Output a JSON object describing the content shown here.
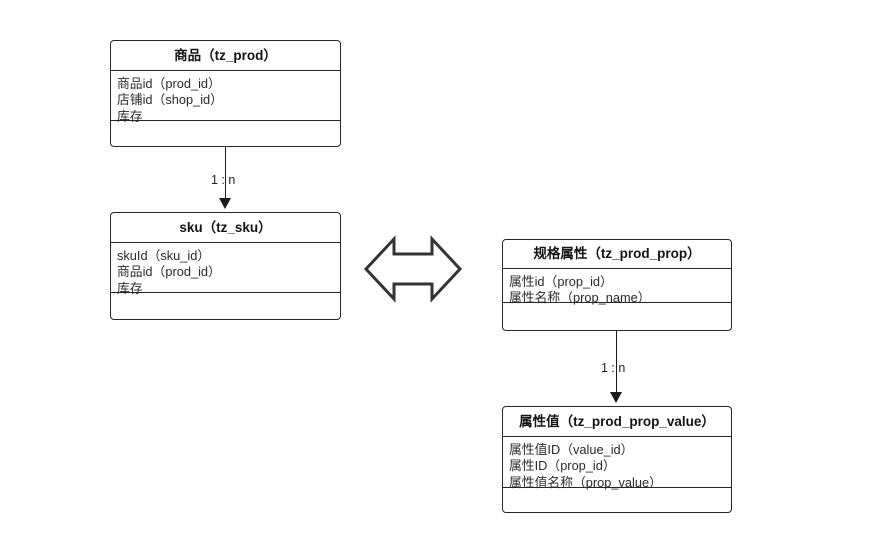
{
  "diagram": {
    "title": "",
    "stroke_color": "#262626",
    "text_color": "#2a2a2a",
    "background": "#ffffff",
    "entities": [
      {
        "id": "prod",
        "title": "商品（tz_prod）",
        "fields": [
          "商品id（prod_id）",
          "店铺id（shop_id）",
          "库存"
        ]
      },
      {
        "id": "sku",
        "title": "sku（tz_sku）",
        "fields": [
          "skuId（sku_id）",
          "商品id（prod_id）",
          "库存"
        ]
      },
      {
        "id": "prop",
        "title": "规格属性（tz_prod_prop）",
        "fields": [
          "属性id（prop_id）",
          "属性名称（prop_name）"
        ]
      },
      {
        "id": "prop_value",
        "title": "属性值（tz_prod_prop_value）",
        "fields": [
          "属性值ID（value_id）",
          "属性ID（prop_id）",
          "属性值名称（prop_value）"
        ]
      }
    ],
    "connectors": [
      {
        "id": "prod-sku",
        "from": "prod",
        "to": "sku",
        "label": "1 : n"
      },
      {
        "id": "prop-value",
        "from": "prop",
        "to": "prop_value",
        "label": "1 : n"
      }
    ],
    "symbols": [
      {
        "id": "double-arrow",
        "name": "double-headed-arrow",
        "direction": "left-right"
      }
    ]
  }
}
